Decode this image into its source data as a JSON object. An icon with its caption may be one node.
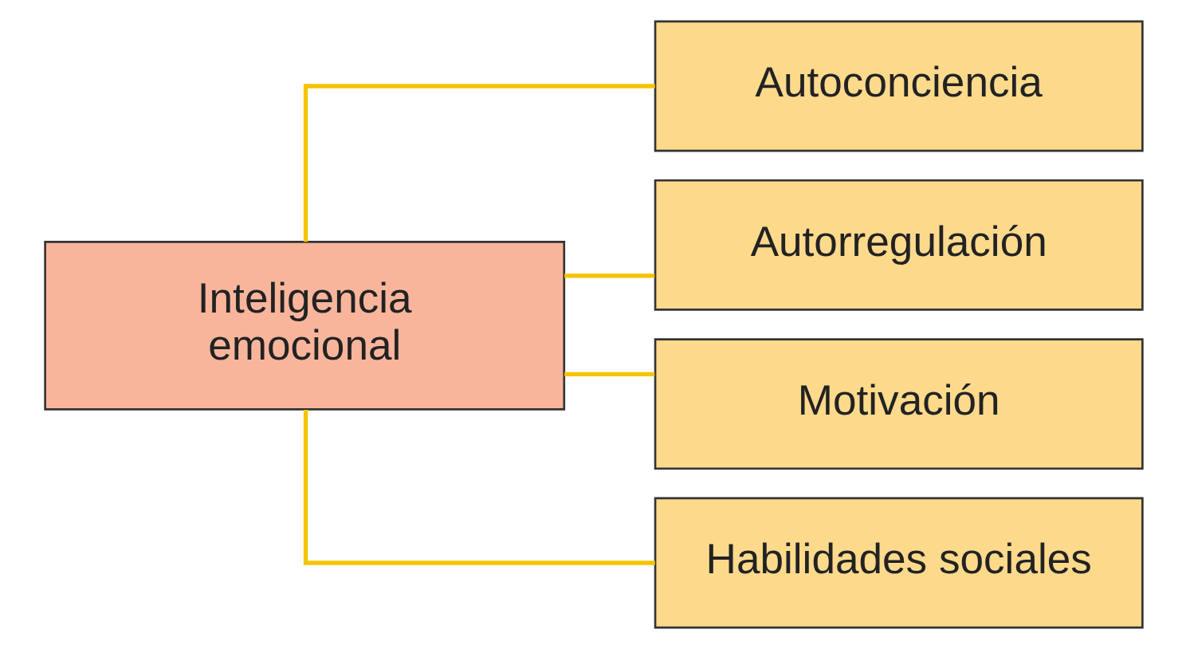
{
  "diagram": {
    "nodes": [
      {
        "text": [
          "Inteligencia emocional"
        ]
      },
      {
        "text": [
          "Autoconciencia"
        ]
      },
      {
        "text": [
          "Autorregulación"
        ]
      },
      {
        "text": [
          "Motivación"
        ]
      },
      {
        "text": [
          "Habilidades sociales"
        ]
      }
    ],
    "edges": [
      {
        "from": 0,
        "to": 1,
        "arrow": "none"
      },
      {
        "from": 0,
        "to": 2,
        "arrow": "none"
      },
      {
        "from": 0,
        "to": 3,
        "arrow": "none"
      },
      {
        "from": 0,
        "to": 4,
        "arrow": "none"
      }
    ]
  }
}
